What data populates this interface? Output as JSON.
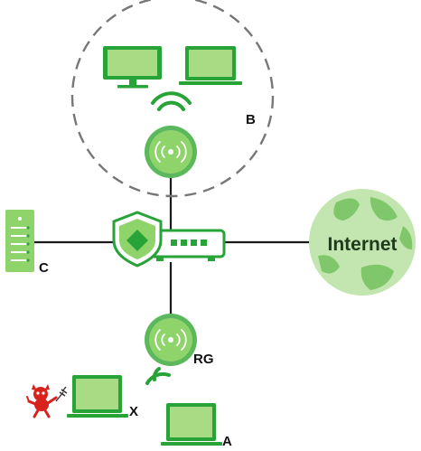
{
  "labels": {
    "zone_b": "B",
    "storage_c": "C",
    "internet": "Internet",
    "repeater": "RG",
    "client_x": "X",
    "client_a": "A"
  },
  "colors": {
    "green_dark": "#27a338",
    "green_mid": "#5cb85c",
    "green_light": "#8ed46b",
    "green_fill": "#a8db84",
    "globe_sea": "#c3e6b0",
    "globe_land": "#7fc76a",
    "line": "#1a1a1a",
    "dash": "#777777",
    "attacker_red": "#d7221e"
  },
  "icons": {
    "access_point": "wireless-access-point-icon",
    "gateway": "security-gateway-icon",
    "storage": "server-storage-icon",
    "globe": "globe-icon",
    "attacker": "red-devil-icon",
    "monitor": "desktop-monitor-icon",
    "laptop": "laptop-icon",
    "wifi": "wifi-signal-icon"
  }
}
